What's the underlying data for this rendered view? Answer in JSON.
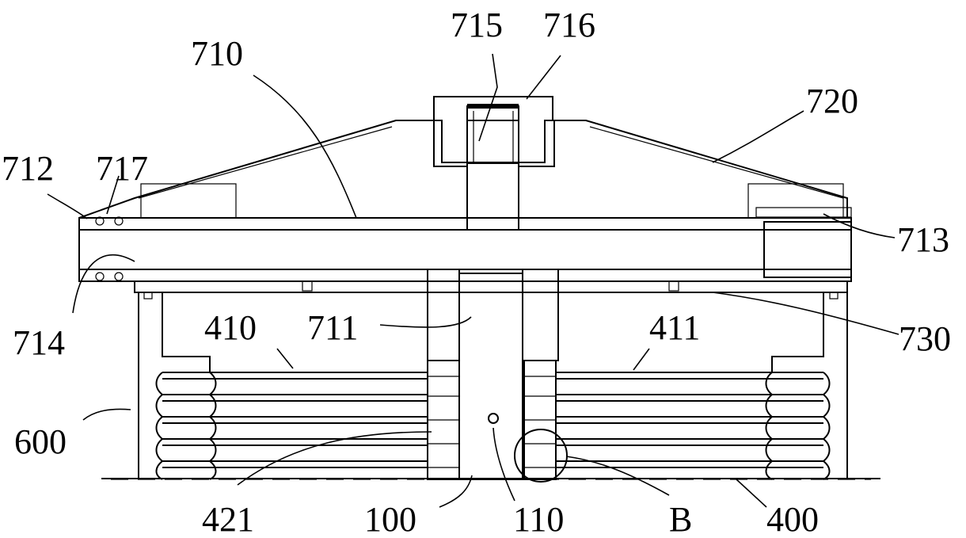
{
  "labels": {
    "l710": "710",
    "l715": "715",
    "l716": "716",
    "l720": "720",
    "l712": "712",
    "l717": "717",
    "l713": "713",
    "l714": "714",
    "l410": "410",
    "l711": "711",
    "l411": "411",
    "l730": "730",
    "l600": "600",
    "l421": "421",
    "l100": "100",
    "l110": "110",
    "lB": "B",
    "l400": "400"
  }
}
